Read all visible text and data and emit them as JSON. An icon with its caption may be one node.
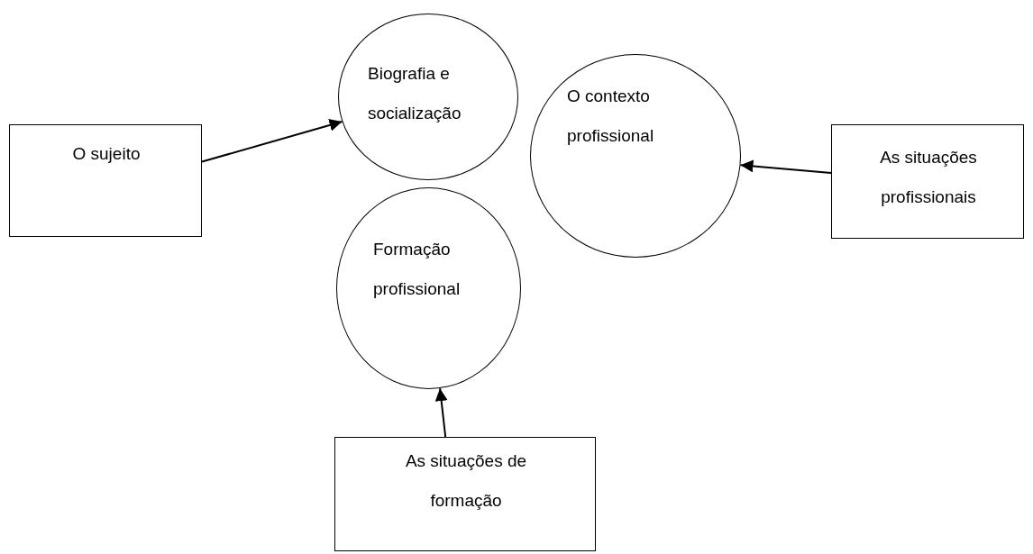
{
  "diagram": {
    "nodes": [
      {
        "text": [
          "O sujeito"
        ]
      },
      {
        "text": [
          "Biografia e socialização"
        ]
      },
      {
        "text": [
          "O contexto profissional"
        ]
      },
      {
        "text": [
          "Formação profissional"
        ]
      },
      {
        "text": [
          "As situações profissionais"
        ]
      },
      {
        "text": [
          "As situações de formação"
        ]
      }
    ],
    "edges": [
      {
        "from": 0,
        "to": 1,
        "arrow": "to"
      },
      {
        "from": 4,
        "to": 2,
        "arrow": "to"
      },
      {
        "from": 5,
        "to": 3,
        "arrow": "to"
      }
    ]
  }
}
